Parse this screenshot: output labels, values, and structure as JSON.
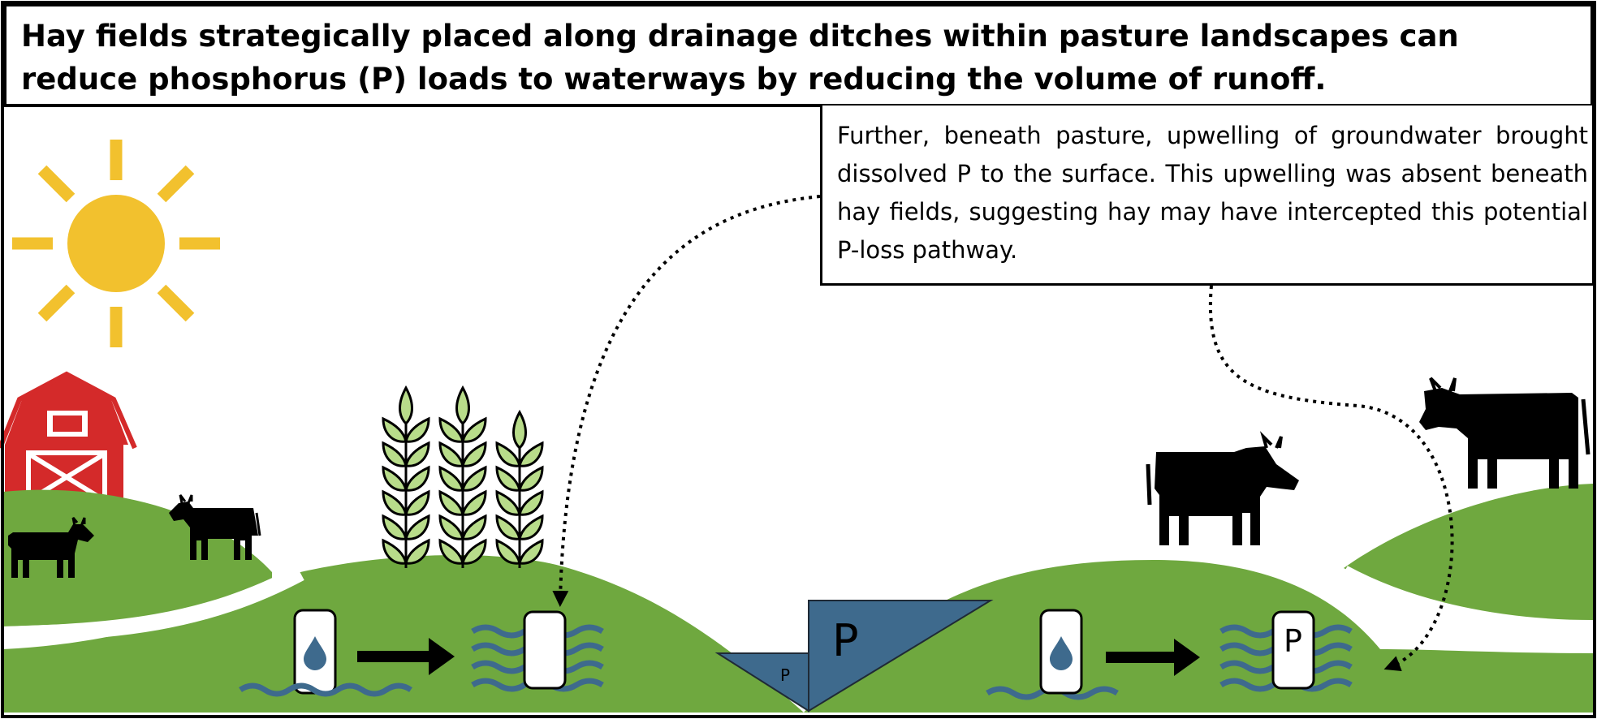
{
  "title": "Hay fields strategically placed along drainage ditches within pasture landscapes can reduce phosphorus (P) loads to waterways by reducing the volume of runoff.",
  "callout": "Further, beneath pasture, upwelling of groundwater brought dissolved P to the surface. This upwelling was absent beneath hay fields, suggesting hay may have intercepted this potential P-loss pathway.",
  "ditch_labels": {
    "small_p": "P",
    "large_p": "P"
  },
  "pasture_well_label": "P",
  "icons": [
    "sun-icon",
    "barn-icon",
    "cow-icon",
    "wheat-icon",
    "water-drop-icon",
    "arrow-right-icon",
    "wave-icon"
  ],
  "colors": {
    "grass": "#6fa83f",
    "ditch": "#3e6a8d",
    "sun": "#f2c12e",
    "barn": "#d42a2a",
    "wheat": "#b8dc8a",
    "water": "#3e6a8d"
  }
}
